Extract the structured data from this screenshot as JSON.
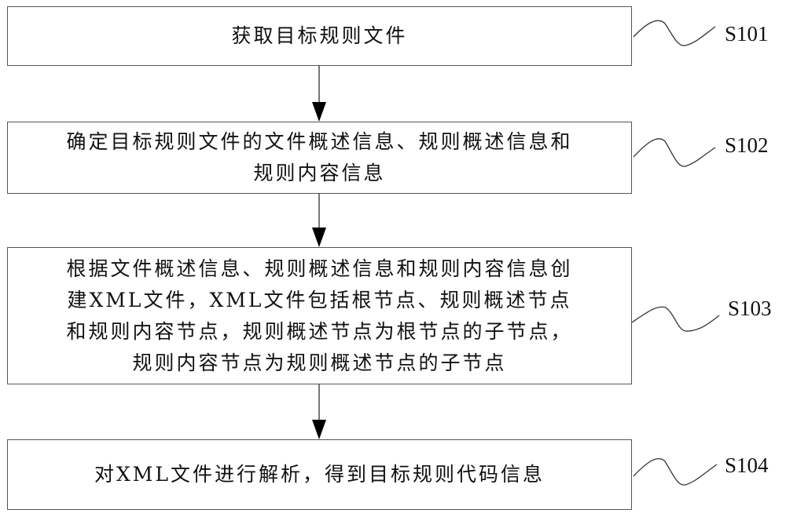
{
  "diagram": {
    "type": "flowchart",
    "steps": [
      {
        "id": "S101",
        "label": "S101",
        "lines": [
          "获取目标规则文件"
        ]
      },
      {
        "id": "S102",
        "label": "S102",
        "lines": [
          "确定目标规则文件的文件概述信息、规则概述信息和",
          "规则内容信息"
        ]
      },
      {
        "id": "S103",
        "label": "S103",
        "lines": [
          "根据文件概述信息、规则概述信息和规则内容信息创",
          "建XML文件，XML文件包括根节点、规则概述节点",
          "和规则内容节点，规则概述节点为根节点的子节点，",
          "规则内容节点为规则概述节点的子节点"
        ]
      },
      {
        "id": "S104",
        "label": "S104",
        "lines": [
          "对XML文件进行解析，得到目标规则代码信息"
        ]
      }
    ],
    "edges": [
      {
        "from": "S101",
        "to": "S102"
      },
      {
        "from": "S102",
        "to": "S103"
      },
      {
        "from": "S103",
        "to": "S104"
      }
    ]
  }
}
